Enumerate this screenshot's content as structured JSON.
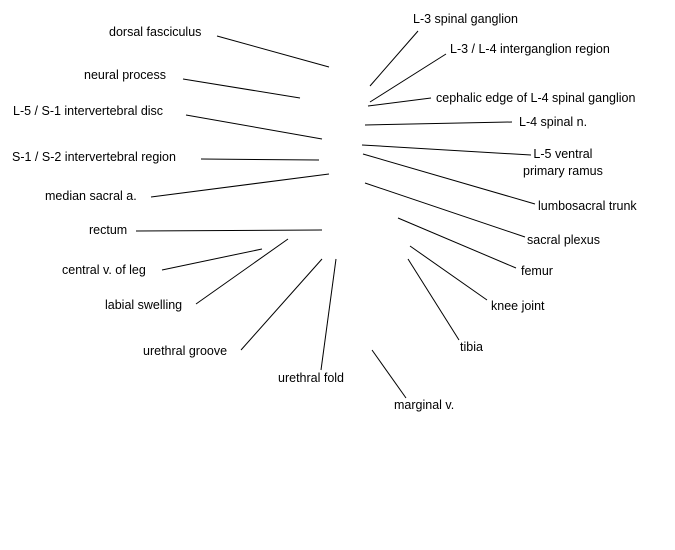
{
  "labels": {
    "dorsal_fasciculus": "dorsal fasciculus",
    "neural_process": "neural process",
    "l5_s1_disc": "L-5 / S-1 intervertebral disc",
    "s1_s2_region": "S-1 / S-2 intervertebral region",
    "median_sacral_a": "median sacral a.",
    "rectum": "rectum",
    "central_v_of_leg": "central v. of leg",
    "labial_swelling": "labial swelling",
    "urethral_groove": "urethral groove",
    "urethral_fold": "urethral fold",
    "marginal_v": "marginal v.",
    "l3_spinal_ganglion": "L-3 spinal ganglion",
    "l3_l4_interganglion": "L-3 / L-4 interganglion region",
    "cephalic_edge_l4": "cephalic edge of L-4 spinal ganglion",
    "l4_spinal_n": "L-4 spinal n.",
    "l5_ventral_line1": "L-5 ventral",
    "l5_ventral_line2": "primary ramus",
    "lumbosacral_trunk": "lumbosacral trunk",
    "sacral_plexus": "sacral plexus",
    "femur": "femur",
    "knee_joint": "knee joint",
    "tibia": "tibia"
  },
  "colors": {
    "line": "#000000",
    "text": "#000000",
    "background": "#ffffff"
  }
}
